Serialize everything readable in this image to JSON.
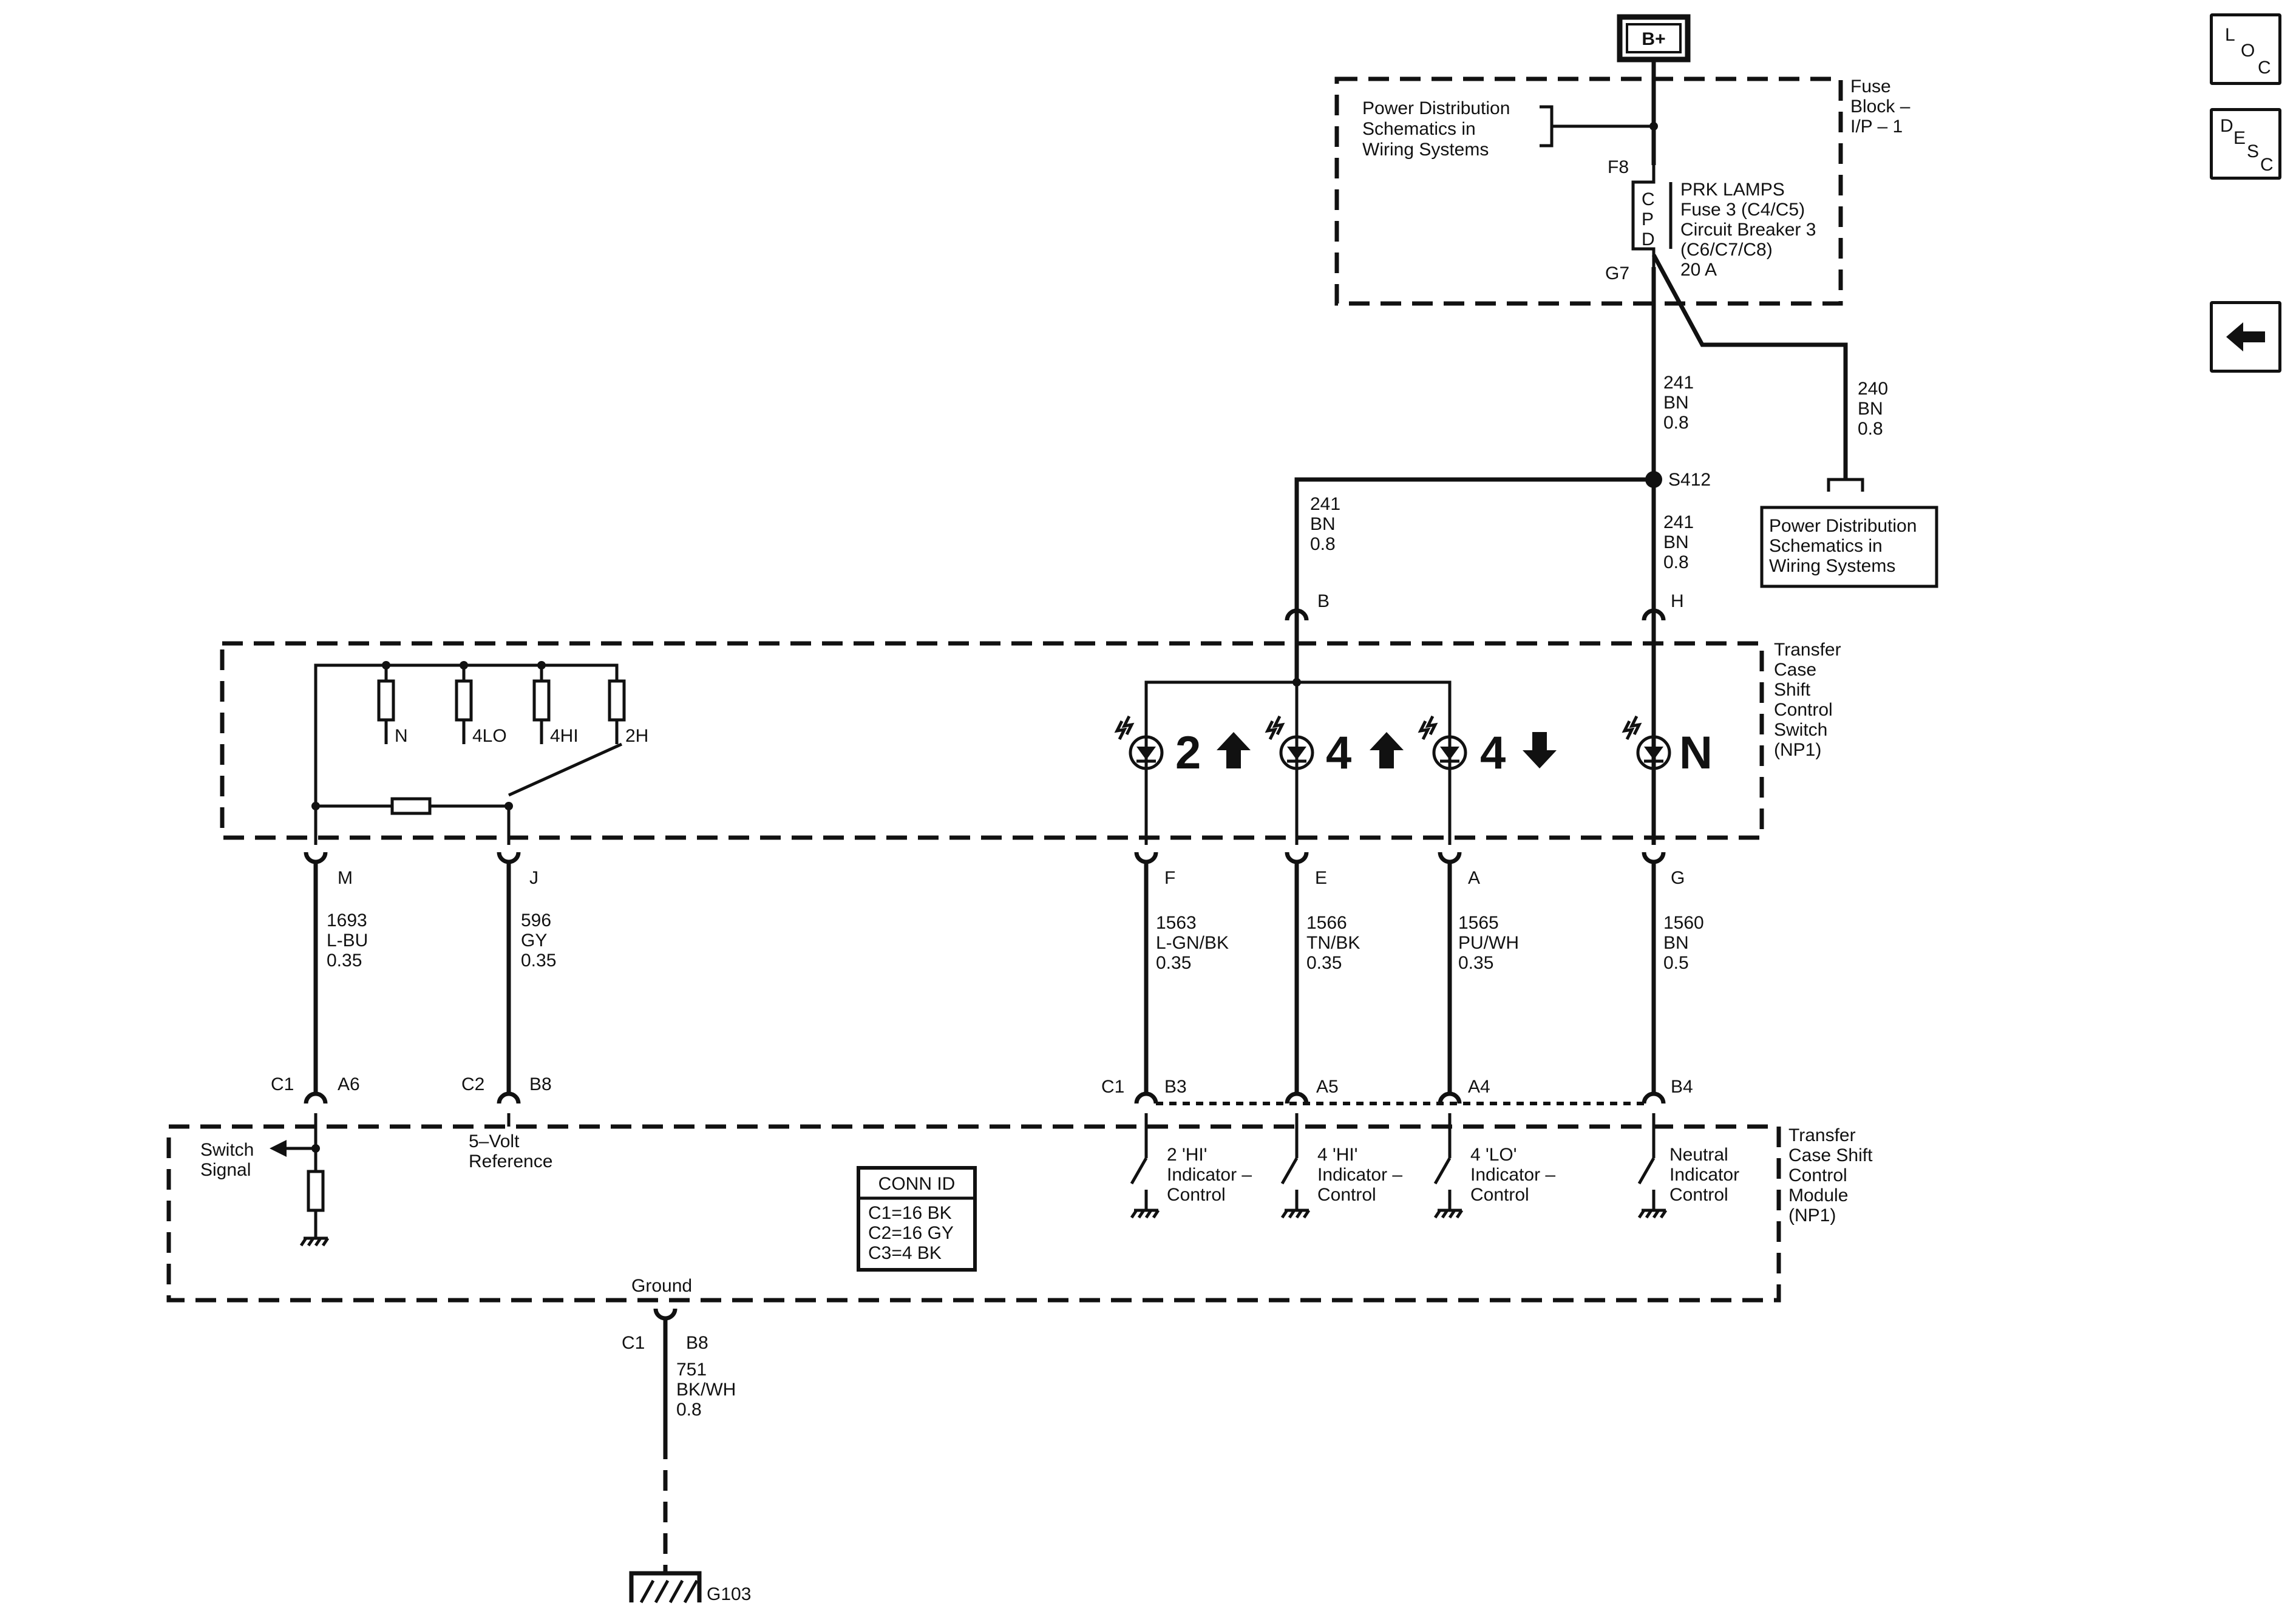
{
  "nav": {
    "loc": [
      "L",
      "O",
      "C"
    ],
    "desc": [
      "D",
      "E",
      "S",
      "C"
    ],
    "back_icon": "left-arrow-icon"
  },
  "power": {
    "bplus": "B+",
    "fuse_block": [
      "Fuse",
      "Block –",
      "I/P – 1"
    ],
    "pds_top": [
      "Power Distribution",
      "Schematics in",
      "Wiring Systems"
    ],
    "pds_right": [
      "Power Distribution",
      "Schematics in",
      "Wiring Systems"
    ],
    "f8": "F8",
    "g7": "G7",
    "cpd": [
      "C",
      "P",
      "D"
    ],
    "fuse_desc": [
      "PRK LAMPS",
      "Fuse 3 (C4/C5)",
      "Circuit Breaker 3",
      "(C6/C7/C8)",
      "20 A"
    ],
    "splice": "S412"
  },
  "wires": {
    "w241_upper": [
      "241",
      "BN",
      "0.8"
    ],
    "w240": [
      "240",
      "BN",
      "0.8"
    ],
    "w241_left": [
      "241",
      "BN",
      "0.8"
    ],
    "w241_right": [
      "241",
      "BN",
      "0.8"
    ],
    "w1693": [
      "1693",
      "L-BU",
      "0.35"
    ],
    "w596": [
      "596",
      "GY",
      "0.35"
    ],
    "w1563": [
      "1563",
      "L-GN/BK",
      "0.35"
    ],
    "w1566": [
      "1566",
      "TN/BK",
      "0.35"
    ],
    "w1565": [
      "1565",
      "PU/WH",
      "0.35"
    ],
    "w1560": [
      "1560",
      "BN",
      "0.5"
    ],
    "w751": [
      "751",
      "BK/WH",
      "0.8"
    ]
  },
  "switch": {
    "title": [
      "Transfer",
      "Case",
      "Shift",
      "Control",
      "Switch",
      "(NP1)"
    ],
    "pin_b": "B",
    "pin_h": "H",
    "pin_m": "M",
    "pin_j": "J",
    "pin_f": "F",
    "pin_e": "E",
    "pin_a": "A",
    "pin_g": "G",
    "res_labels": [
      "N",
      "4LO",
      "4HI",
      "2H"
    ],
    "ind_2hi": "2",
    "ind_4hi": "4",
    "ind_4lo": "4",
    "ind_n": "N"
  },
  "module": {
    "title": [
      "Transfer",
      "Case Shift",
      "Control",
      "Module",
      "(NP1)"
    ],
    "c1_a6": [
      "C1",
      "A6"
    ],
    "c2_b8": [
      "C2",
      "B8"
    ],
    "c1_b3": [
      "C1",
      "B3"
    ],
    "pin_a5": "A5",
    "pin_a4": "A4",
    "pin_b4": "B4",
    "switch_signal": [
      "Switch",
      "Signal"
    ],
    "five_volt": [
      "5–Volt",
      "Reference"
    ],
    "conn_id_title": "CONN ID",
    "conn_id": [
      "C1=16 BK",
      "C2=16 GY",
      "C3=4 BK"
    ],
    "ctrl_2hi": [
      "2 'HI'",
      "Indicator –",
      "Control"
    ],
    "ctrl_4hi": [
      "4 'HI'",
      "Indicator –",
      "Control"
    ],
    "ctrl_4lo": [
      "4 'LO'",
      "Indicator –",
      "Control"
    ],
    "ctrl_n": [
      "Neutral",
      "Indicator",
      "Control"
    ],
    "ground": "Ground",
    "c1_b8": [
      "C1",
      "B8"
    ],
    "g103": "G103"
  }
}
